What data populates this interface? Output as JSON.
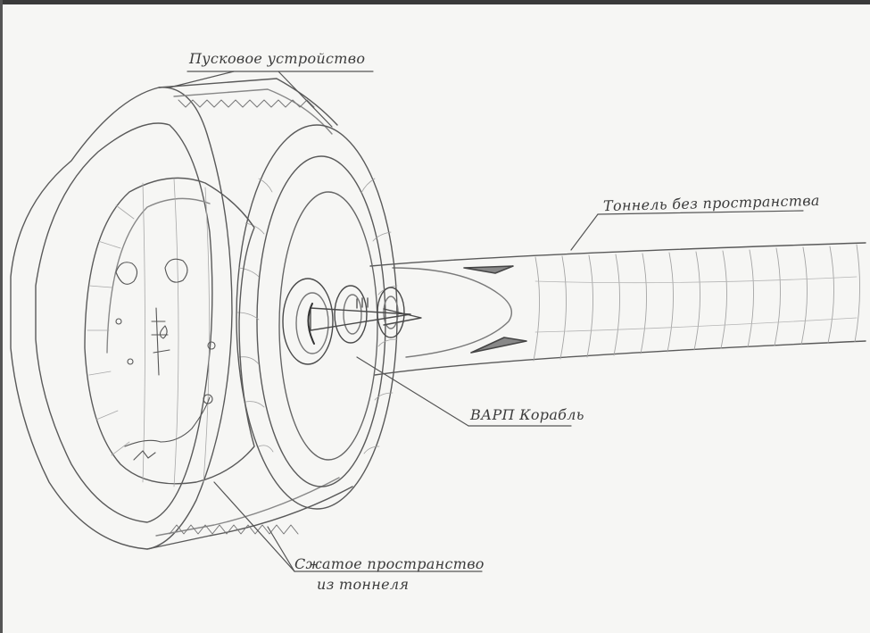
{
  "labels": {
    "launcher": "Пусковое устройство",
    "tunnel": "Тоннель без пространства",
    "ship": "ВАРП Корабль",
    "compressed_line1": "Сжатое пространство",
    "compressed_line2": "из тоннеля"
  },
  "colors": {
    "pencil": "#5a5a5a",
    "pencil_light": "#9a9a9a",
    "paper": "#f6f6f4"
  }
}
